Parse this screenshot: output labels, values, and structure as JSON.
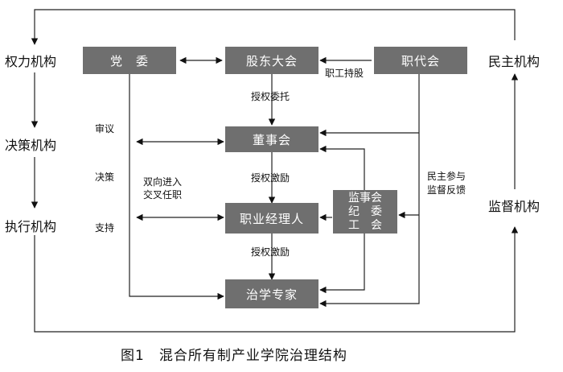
{
  "diagram": {
    "side_left": [
      "权力机构",
      "决策机构",
      "执行机构"
    ],
    "side_right": [
      "民主机构",
      "监督机构"
    ],
    "boxes": {
      "party": "党　委",
      "shareholders": "股东大会",
      "workers_congress": "职代会",
      "board": "董事会",
      "manager": "职业经理人",
      "supervisory": [
        "监事会",
        "纪　委",
        "工　会"
      ],
      "experts": "治学专家"
    },
    "edge_labels": {
      "employee_shares": "职工持股",
      "auth_entrust": "授权委托",
      "auth_incentive_1": "授权激励",
      "auth_incentive_2": "授权激励",
      "review": "审议",
      "decide": "决策",
      "support": "支持",
      "cross_appoint": [
        "双向进入",
        "交叉任职"
      ],
      "democratic": [
        "民主参与",
        "监督反馈"
      ]
    },
    "caption": "图1　混合所有制产业学院治理结构"
  }
}
